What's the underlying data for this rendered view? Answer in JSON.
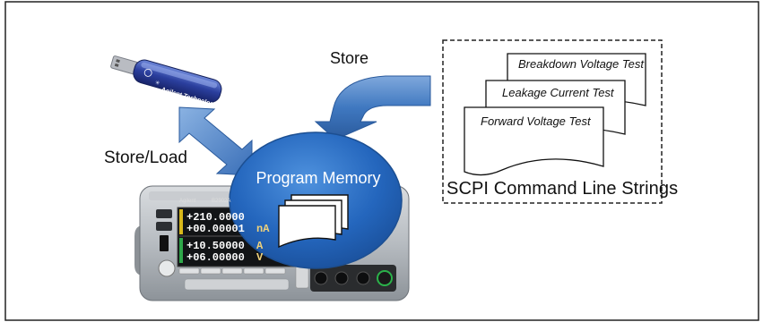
{
  "labels": {
    "store_load": "Store/Load",
    "store": "Store",
    "program_memory": "Program Memory",
    "scpi_caption": "SCPI Command Line Strings"
  },
  "pages": [
    "Breakdown Voltage Test",
    "Leakage Current Test",
    "Forward Voltage Test"
  ],
  "usb_drive": {
    "brand_text": "Agilent Technologies"
  },
  "instrument": {
    "brand": "Agilent",
    "model": "B2902A",
    "readings": [
      {
        "value": "+210.0000",
        "unit": ""
      },
      {
        "value": "+00.00001",
        "unit": "nA"
      },
      {
        "value": "+10.50000",
        "unit": "A"
      },
      {
        "value": "+06.00000",
        "unit": "V"
      }
    ]
  },
  "colors": {
    "arrow_blue": "#3f78c0",
    "ellipse_blue": "#2a6fc4",
    "border": "#222222"
  }
}
